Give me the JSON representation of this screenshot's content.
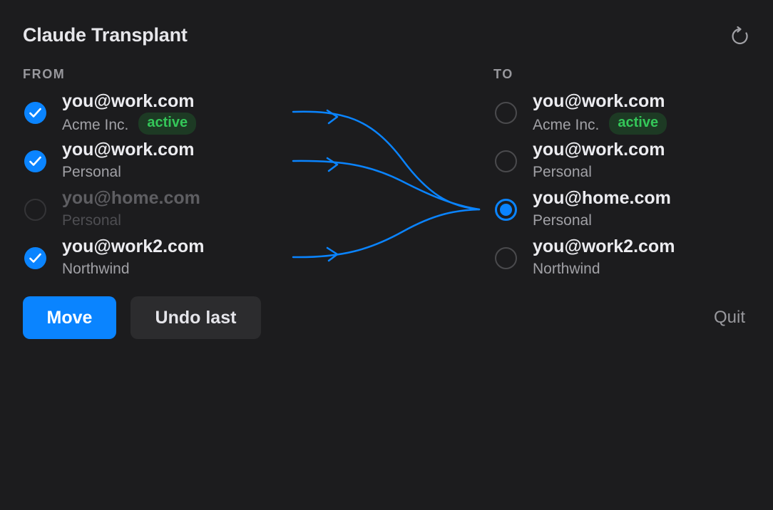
{
  "app": {
    "title": "Claude Transplant"
  },
  "from": {
    "label": "FROM",
    "items": [
      {
        "email": "you@work.com",
        "org": "Acme Inc.",
        "badge": "active",
        "state": "checked"
      },
      {
        "email": "you@work.com",
        "org": "Personal",
        "state": "checked"
      },
      {
        "email": "you@home.com",
        "org": "Personal",
        "state": "disabled"
      },
      {
        "email": "you@work2.com",
        "org": "Northwind",
        "state": "checked"
      }
    ]
  },
  "to": {
    "label": "TO",
    "items": [
      {
        "email": "you@work.com",
        "org": "Acme Inc.",
        "badge": "active",
        "selected": false
      },
      {
        "email": "you@work.com",
        "org": "Personal",
        "selected": false
      },
      {
        "email": "you@home.com",
        "org": "Personal",
        "selected": true
      },
      {
        "email": "you@work2.com",
        "org": "Northwind",
        "selected": false
      }
    ]
  },
  "actions": {
    "move_label": "Move",
    "undo_label": "Undo last",
    "quit_label": "Quit"
  },
  "icons": {
    "refresh": "refresh-icon",
    "checkmark": "checkmark-icon",
    "arrow": "arrow-icon"
  },
  "colors": {
    "background": "#1c1c1e",
    "accent": "#0a84ff",
    "active_badge_text": "#34c759",
    "active_badge_bg": "#1d3a24",
    "secondary_button": "#2c2c2e"
  }
}
